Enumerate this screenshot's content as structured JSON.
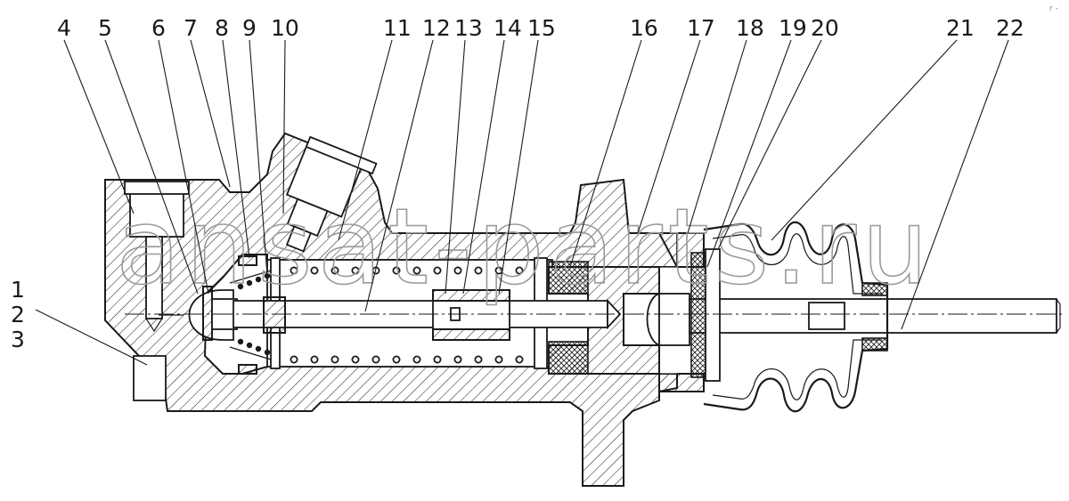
{
  "labels": {
    "l1": "1",
    "l2": "2",
    "l3": "3",
    "l4": "4",
    "l5": "5",
    "l6": "6",
    "l7": "7",
    "l8": "8",
    "l9": "9",
    "l10": "10",
    "l11": "11",
    "l12": "12",
    "l13": "13",
    "l14": "14",
    "l15": "15",
    "l16": "16",
    "l17": "17",
    "l18": "18",
    "l19": "19",
    "l20": "20",
    "l21": "21",
    "l22": "22"
  },
  "watermark": "ansat-parts.ru",
  "corner_mark": "r -"
}
